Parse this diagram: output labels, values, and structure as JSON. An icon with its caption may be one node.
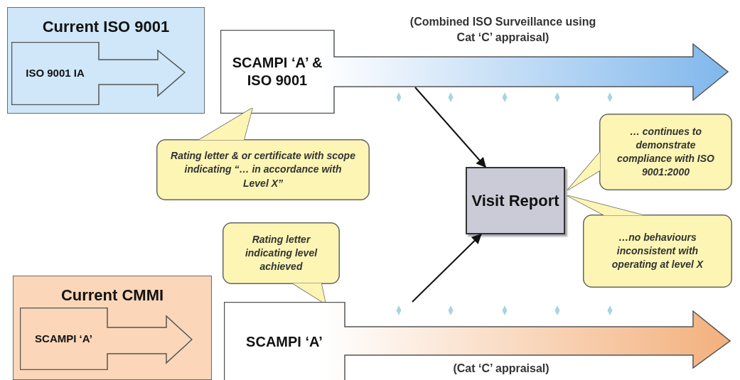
{
  "diagram": {
    "nodes": [
      {
        "text": [
          "Current ISO 9001"
        ]
      },
      {
        "text": [
          "ISO 9001 IA"
        ],
        "in": 0
      },
      {
        "text": [
          "SCAMPI ‘A’ & ISO 9001"
        ],
        "beside": [
          "(Combined ISO Surveillance using Cat ‘C’ appraisal)"
        ]
      },
      {
        "text": [
          "Rating letter & or certificate with scope indicating “… in accordance with Level X”"
        ]
      },
      {
        "text": [
          "Visit Report"
        ]
      },
      {
        "text": [
          "… continues to demonstrate compliance with ISO 9001:2000"
        ]
      },
      {
        "text": [
          "Rating letter indicating level achieved"
        ]
      },
      {
        "text": [
          "…no behaviours inconsistent with operating at level X"
        ]
      },
      {
        "text": [
          "Current CMMI"
        ]
      },
      {
        "text": [
          "SCAMPI ‘A’"
        ],
        "in": 8
      },
      {
        "text": [
          "SCAMPI ‘A’"
        ],
        "beside": [
          "(Cat ‘C’ appraisal)"
        ]
      }
    ],
    "edges": [
      {
        "from": 2,
        "to": 4,
        "arrow": "to"
      },
      {
        "from": 10,
        "to": 4,
        "arrow": "to"
      }
    ]
  }
}
